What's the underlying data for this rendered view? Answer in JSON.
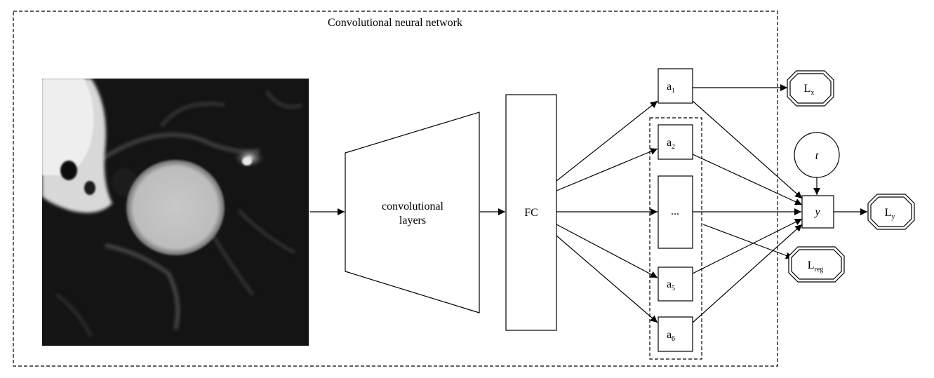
{
  "cnn_box": {
    "title": "Convolutional neural network"
  },
  "conv": {
    "line1": "convolutional",
    "line2": "layers"
  },
  "fc": {
    "label": "FC"
  },
  "nodes": {
    "a1": {
      "base": "a",
      "sub": "1"
    },
    "a2": {
      "base": "a",
      "sub": "2"
    },
    "dots": {
      "label": "..."
    },
    "a5": {
      "base": "a",
      "sub": "5"
    },
    "a6": {
      "base": "a",
      "sub": "6"
    },
    "t": {
      "label": "t"
    },
    "y": {
      "label": "y"
    }
  },
  "losses": {
    "lx": {
      "base": "L",
      "sub": "x"
    },
    "ly": {
      "base": "L",
      "sub": "y"
    },
    "lreg": {
      "base": "L",
      "sub": "reg"
    }
  },
  "input_image": {
    "description_icon": "ct-scan-image"
  }
}
